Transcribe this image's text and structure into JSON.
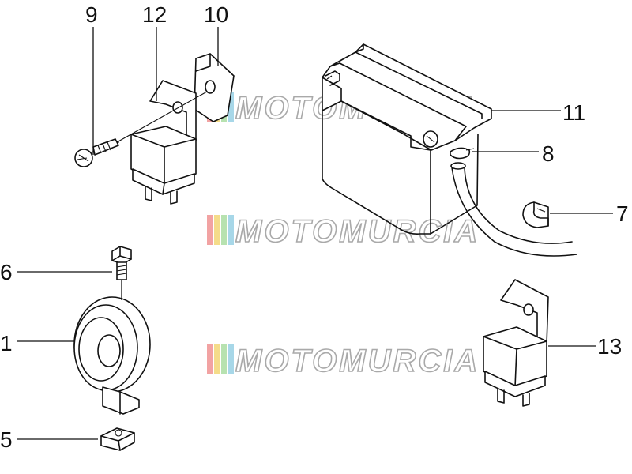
{
  "watermark": {
    "text": "MOTOMURCIA",
    "stripe_colors": [
      "#f2a3a3",
      "#f5dc8a",
      "#b7e2b0",
      "#a7d7e8"
    ]
  },
  "callouts": [
    {
      "id": "c9",
      "label": "9",
      "part": "screw"
    },
    {
      "id": "c12",
      "label": "12",
      "part": "relay"
    },
    {
      "id": "c10",
      "label": "10",
      "part": "bracket"
    },
    {
      "id": "c11",
      "label": "11",
      "part": "battery"
    },
    {
      "id": "c8",
      "label": "8",
      "part": "clamp"
    },
    {
      "id": "c7",
      "label": "7",
      "part": "clip"
    },
    {
      "id": "c6",
      "label": "6",
      "part": "bolt"
    },
    {
      "id": "c1",
      "label": "1",
      "part": "horn"
    },
    {
      "id": "c13",
      "label": "13",
      "part": "relay"
    },
    {
      "id": "c5",
      "label": "5",
      "part": "nut"
    }
  ]
}
